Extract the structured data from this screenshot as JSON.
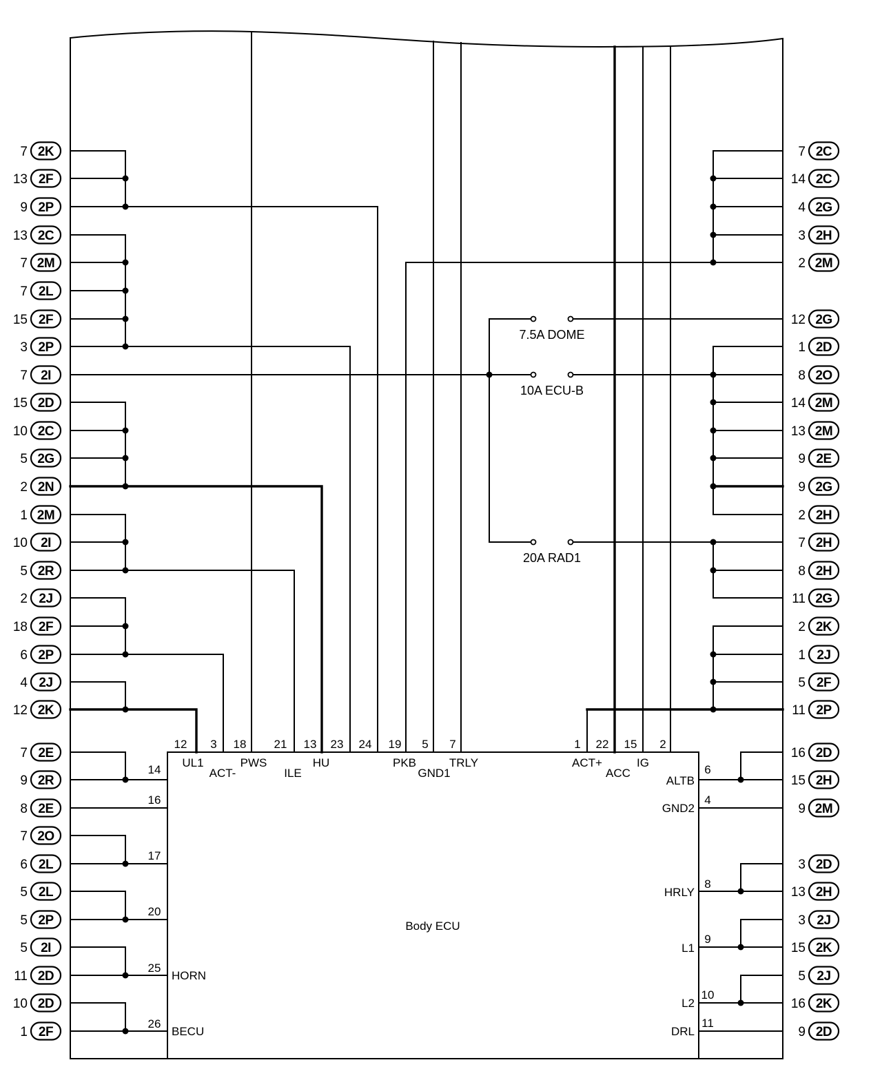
{
  "diagram": {
    "left_connectors": [
      {
        "pin": "7",
        "conn": "2K"
      },
      {
        "pin": "13",
        "conn": "2F"
      },
      {
        "pin": "9",
        "conn": "2P"
      },
      {
        "pin": "13",
        "conn": "2C"
      },
      {
        "pin": "7",
        "conn": "2M"
      },
      {
        "pin": "7",
        "conn": "2L"
      },
      {
        "pin": "15",
        "conn": "2F"
      },
      {
        "pin": "3",
        "conn": "2P"
      },
      {
        "pin": "7",
        "conn": "2I"
      },
      {
        "pin": "15",
        "conn": "2D"
      },
      {
        "pin": "10",
        "conn": "2C"
      },
      {
        "pin": "5",
        "conn": "2G"
      },
      {
        "pin": "2",
        "conn": "2N"
      },
      {
        "pin": "1",
        "conn": "2M"
      },
      {
        "pin": "10",
        "conn": "2I"
      },
      {
        "pin": "5",
        "conn": "2R"
      },
      {
        "pin": "2",
        "conn": "2J"
      },
      {
        "pin": "18",
        "conn": "2F"
      },
      {
        "pin": "6",
        "conn": "2P"
      },
      {
        "pin": "4",
        "conn": "2J"
      },
      {
        "pin": "12",
        "conn": "2K"
      },
      {
        "pin": "7",
        "conn": "2E"
      },
      {
        "pin": "9",
        "conn": "2R"
      },
      {
        "pin": "8",
        "conn": "2E"
      },
      {
        "pin": "7",
        "conn": "2O"
      },
      {
        "pin": "6",
        "conn": "2L"
      },
      {
        "pin": "5",
        "conn": "2L"
      },
      {
        "pin": "5",
        "conn": "2P"
      },
      {
        "pin": "5",
        "conn": "2I"
      },
      {
        "pin": "11",
        "conn": "2D"
      },
      {
        "pin": "10",
        "conn": "2D"
      },
      {
        "pin": "1",
        "conn": "2F"
      }
    ],
    "right_connectors": [
      {
        "pin": "7",
        "conn": "2C"
      },
      {
        "pin": "14",
        "conn": "2C"
      },
      {
        "pin": "4",
        "conn": "2G"
      },
      {
        "pin": "3",
        "conn": "2H"
      },
      {
        "pin": "2",
        "conn": "2M"
      },
      {
        "pin": "12",
        "conn": "2G"
      },
      {
        "pin": "1",
        "conn": "2D"
      },
      {
        "pin": "8",
        "conn": "2O"
      },
      {
        "pin": "14",
        "conn": "2M"
      },
      {
        "pin": "13",
        "conn": "2M"
      },
      {
        "pin": "9",
        "conn": "2E"
      },
      {
        "pin": "9",
        "conn": "2G"
      },
      {
        "pin": "2",
        "conn": "2H"
      },
      {
        "pin": "7",
        "conn": "2H"
      },
      {
        "pin": "8",
        "conn": "2H"
      },
      {
        "pin": "11",
        "conn": "2G"
      },
      {
        "pin": "2",
        "conn": "2K"
      },
      {
        "pin": "1",
        "conn": "2J"
      },
      {
        "pin": "5",
        "conn": "2F"
      },
      {
        "pin": "11",
        "conn": "2P"
      },
      {
        "pin": "16",
        "conn": "2D"
      },
      {
        "pin": "15",
        "conn": "2H"
      },
      {
        "pin": "9",
        "conn": "2M"
      },
      {
        "pin": "3",
        "conn": "2D"
      },
      {
        "pin": "13",
        "conn": "2H"
      },
      {
        "pin": "3",
        "conn": "2J"
      },
      {
        "pin": "15",
        "conn": "2K"
      },
      {
        "pin": "5",
        "conn": "2J"
      },
      {
        "pin": "16",
        "conn": "2K"
      },
      {
        "pin": "9",
        "conn": "2D"
      }
    ],
    "fuses": [
      {
        "label": "7.5A DOME"
      },
      {
        "label": "10A ECU-B"
      },
      {
        "label": "20A RAD1"
      }
    ],
    "ecu": {
      "name": "Body ECU",
      "top_pins": [
        {
          "num": "12",
          "label": "UL1"
        },
        {
          "num": "3",
          "label": "ACT-"
        },
        {
          "num": "18",
          "label": "PWS"
        },
        {
          "num": "21",
          "label": "ILE"
        },
        {
          "num": "13",
          "label": "HU"
        },
        {
          "num": "23"
        },
        {
          "num": "24"
        },
        {
          "num": "19",
          "label": "PKB"
        },
        {
          "num": "5",
          "label": "GND1"
        },
        {
          "num": "7",
          "label": "TRLY"
        },
        {
          "num": "1",
          "label": "ACT+"
        },
        {
          "num": "22",
          "label": "ACC"
        },
        {
          "num": "15",
          "label": "IG"
        },
        {
          "num": "2"
        }
      ],
      "left_pins": [
        {
          "num": "14"
        },
        {
          "num": "16"
        },
        {
          "num": "17"
        },
        {
          "num": "20"
        },
        {
          "num": "25",
          "label": "HORN"
        },
        {
          "num": "26",
          "label": "BECU"
        }
      ],
      "right_pins": [
        {
          "num": "6",
          "label": "ALTB"
        },
        {
          "num": "4",
          "label": "GND2"
        },
        {
          "num": "8",
          "label": "HRLY"
        },
        {
          "num": "9",
          "label": "L1"
        },
        {
          "num": "10",
          "label": "L2"
        },
        {
          "num": "11",
          "label": "DRL"
        }
      ]
    }
  }
}
